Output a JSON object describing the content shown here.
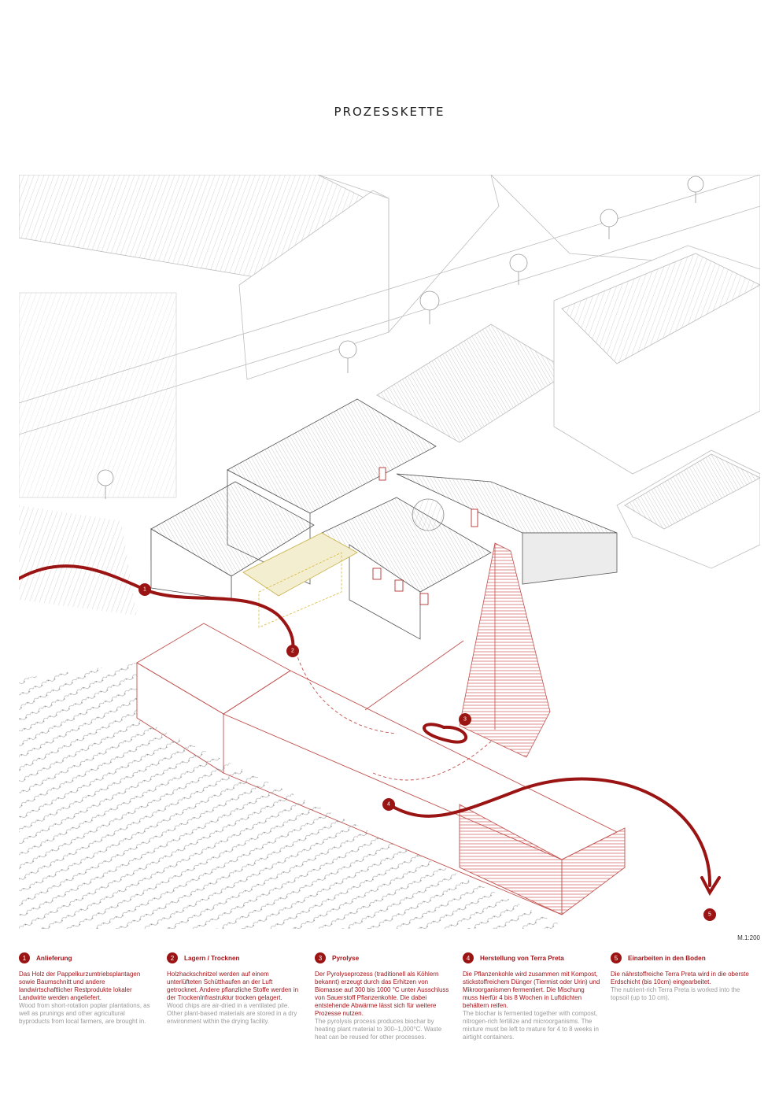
{
  "title": "PROZESSKETTE",
  "scale": "M.1:200",
  "accent_color": "#9b1414",
  "markers": [
    "1",
    "2",
    "3",
    "4",
    "5"
  ],
  "steps": [
    {
      "num": "1",
      "heading": "Anlieferung",
      "de": "Das Holz der Pappelkurzumtriebsplantagen sowie Baumschnitt und andere landwirtschaftlicher Restprodukte lokaler Landwirte werden angeliefert.",
      "en": "Wood from short-rotation poplar plantations, as well as prunings and other agricultural byproducts from local farmers, are brought in."
    },
    {
      "num": "2",
      "heading": "Lagern / Trocknen",
      "de": "Holzhackschnitzel werden auf einem unterlüfteten Schütthaufen an der Luft getrocknet. Andere pflanzliche Stoffe werden in der TrockenInfrastruktur trocken gelagert.",
      "en": "Wood chips are air-dried in a ventilated pile. Other plant-based materials are stored in a dry environment within the drying facility."
    },
    {
      "num": "3",
      "heading": "Pyrolyse",
      "de": "Der Pyrolyseprozess (traditionell als Köhlern bekannt) erzeugt durch das Erhitzen von Biomasse auf 300 bis 1000 °C unter Ausschluss von Sauerstoff Pflanzenkohle. Die dabei entstehende Abwärme lässt sich für weitere Prozesse nutzen.",
      "en": "The pyrolysis process produces biochar by heating plant material to 300–1,000°C. Waste heat can be reused for other processes."
    },
    {
      "num": "4",
      "heading": "Herstellung von Terra Preta",
      "de": "Die Pflanzenkohle wird zusammen mit Kompost, stickstoffreichem Dünger (Tiermist oder Urin) und Mikroorganismen fermentiert. Die Mischung muss hierfür 4 bis 8 Wochen in Luftdichten behältern reifen.",
      "en": "The biochar is fermented together with compost, nitrogen-rich fertilize and microorganisms. The mixture must be left to mature for 4 to 8 weeks in airtight containers."
    },
    {
      "num": "5",
      "heading": "Einarbeiten in den Boden",
      "de": "Die nährstoffreiche Terra Preta wird in die oberste Erdschicht (bis 10cm) eingearbeitet.",
      "en": "The nutrient-rich Terra Preta is worked into the topsoil (up to 10 cm)."
    }
  ]
}
